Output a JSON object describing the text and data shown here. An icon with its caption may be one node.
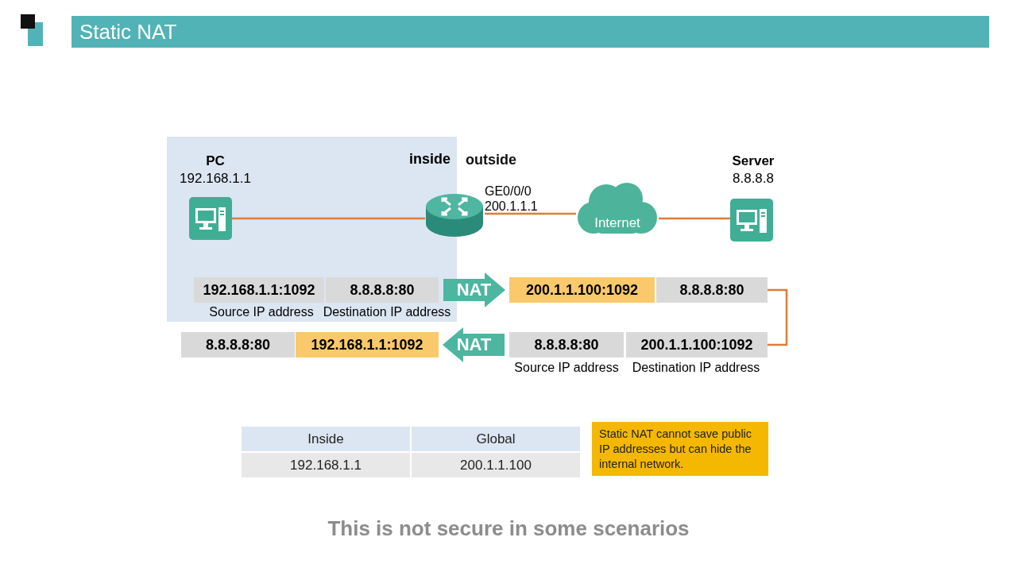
{
  "diagram": {
    "title": "Static NAT",
    "nodes": [
      {
        "text": [
          "inside"
        ]
      },
      {
        "text": [
          "PC",
          "192.168.1.1"
        ],
        "in": 0
      },
      {
        "text": [],
        "shape": "cylinder",
        "beside": [
          "GE0/0/0",
          "200.1.1.1"
        ]
      },
      {
        "text": [
          "Internet"
        ]
      },
      {
        "text": [
          "Server",
          "8.8.8.8"
        ]
      },
      {
        "text": [
          "192.168.1.1:1092"
        ],
        "in": 0,
        "beside": [
          "Source IP address"
        ]
      },
      {
        "text": [
          "8.8.8.8:80"
        ],
        "in": 0,
        "beside": [
          "Destination IP address"
        ]
      },
      {
        "text": [
          "200.1.1.100:1092"
        ]
      },
      {
        "text": [
          "8.8.8.8:80"
        ]
      },
      {
        "text": [
          "8.8.8.8:80"
        ]
      },
      {
        "text": [
          "192.168.1.1:1092"
        ]
      },
      {
        "text": [
          "8.8.8.8:80"
        ],
        "beside": [
          "Source IP address"
        ]
      },
      {
        "text": [
          "200.1.1.100:1092"
        ],
        "beside": [
          "Destination IP address"
        ]
      },
      {
        "text": [
          "Static NAT cannot save public IP addresses but can hide the internal network."
        ]
      }
    ],
    "edges": [
      {
        "from": 1,
        "to": 2,
        "arrow": "none"
      },
      {
        "from": 2,
        "to": 3,
        "arrow": "none"
      },
      {
        "from": 3,
        "to": 4,
        "arrow": "none"
      },
      {
        "from": 6,
        "to": 7,
        "arrow": "to",
        "label": "NAT",
        "style": "thick",
        "color": "#4db6a0"
      },
      {
        "from": 8,
        "to": 12,
        "arrow": "none"
      },
      {
        "from": 11,
        "to": 10,
        "arrow": "to",
        "label": "NAT",
        "style": "thick",
        "color": "#4db6a0"
      }
    ],
    "labels": [
      "outside",
      "Inside",
      "Global",
      "192.168.1.1",
      "200.1.1.100",
      "This is not secure in some scenarios"
    ]
  }
}
